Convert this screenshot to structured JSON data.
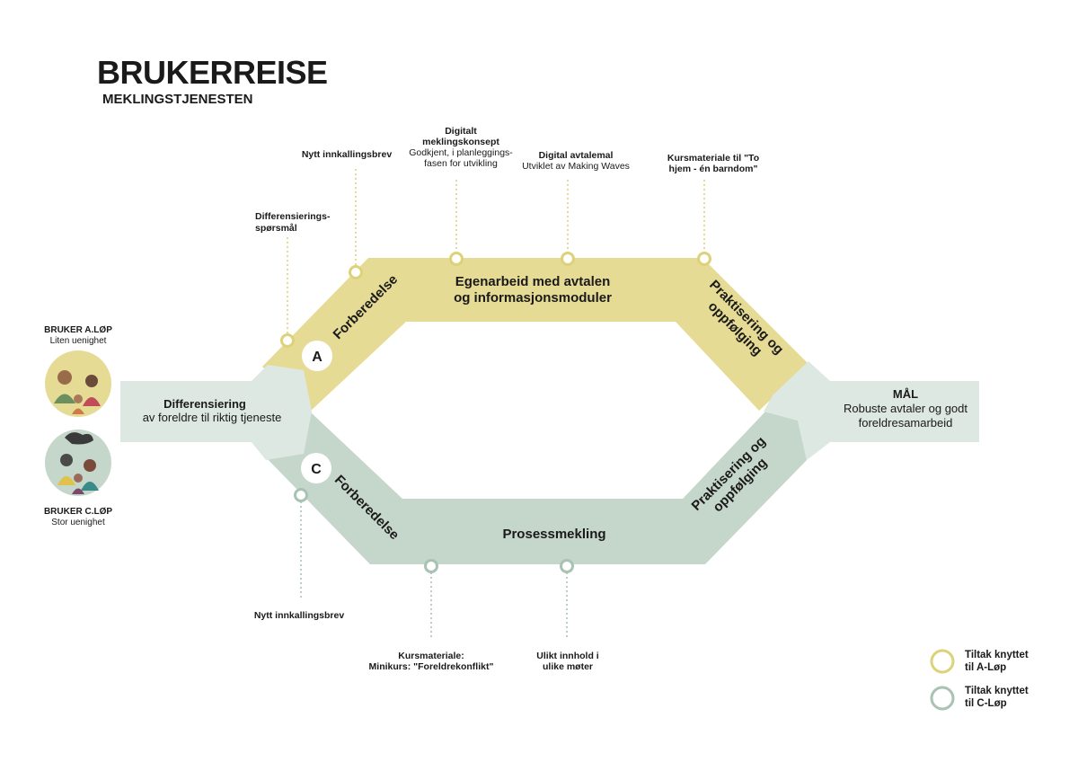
{
  "header": {
    "title": "BRUKERREISE",
    "subtitle": "MEKLINGSTJENESTEN"
  },
  "personas": {
    "a": {
      "title": "BRUKER A.LØP",
      "desc": "Liten uenighet"
    },
    "c": {
      "title": "BRUKER C.LØP",
      "desc": "Stor uenighet"
    }
  },
  "start": {
    "title": "Differensiering",
    "desc": "av foreldre til riktig tjeneste"
  },
  "goal": {
    "title": "MÅL",
    "desc_line1": "Robuste avtaler og godt",
    "desc_line2": "foreldresamarbeid"
  },
  "track_a": {
    "badge": "A",
    "prep": "Forberedelse",
    "main_line1": "Egenarbeid med avtalen",
    "main_line2": "og informasjonsmoduler",
    "practice_line1": "Praktisering og",
    "practice_line2": "oppfølging"
  },
  "track_c": {
    "badge": "C",
    "prep": "Forberedelse",
    "main": "Prosessmekling",
    "practice_line1": "Praktisering og",
    "practice_line2": "oppfølging"
  },
  "measures_a": {
    "diff_q": {
      "line1": "Differensierings-",
      "line2": "spørsmål"
    },
    "invite": {
      "line1": "Nytt innkallingsbrev"
    },
    "digital_concept": {
      "line1": "Digitalt",
      "line2": "meklingskonsept",
      "line3": "Godkjent, i planleggings-",
      "line4": "fasen for utvikling"
    },
    "template": {
      "line1": "Digital avtalemal",
      "line2": "Utviklet av Making Waves"
    },
    "course_to_hjem": {
      "line1": "Kursmateriale til \"To",
      "line2": "hjem - én barndom\""
    }
  },
  "measures_c": {
    "invite": {
      "line1": "Nytt innkallingsbrev"
    },
    "minikurs": {
      "line1": "Kursmateriale:",
      "line2": "Minikurs: \"Foreldrekonflikt\""
    },
    "meetings": {
      "line1": "Ulikt innhold i",
      "line2": "ulike møter"
    }
  },
  "legend": {
    "a_line1": "Tiltak knyttet",
    "a_line2": "til A-Løp",
    "c_line1": "Tiltak knyttet",
    "c_line2": "til C-Løp"
  },
  "colors": {
    "track_a": "#e6db95",
    "track_c": "#c5d6ca",
    "hub": "#dde8e2",
    "marker_a": "#ddd27a",
    "marker_c": "#a8c2b3",
    "leader_a": "#d8c96a",
    "leader_c": "#9fb8aa"
  }
}
